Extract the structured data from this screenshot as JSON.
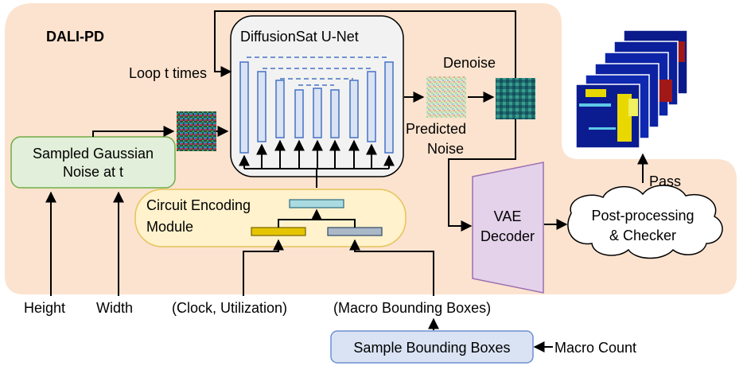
{
  "region_title": "DALI-PD",
  "unet": {
    "title": "DiffusionSat U-Net"
  },
  "loop_label": "Loop t times",
  "noise_box": {
    "line1": "Sampled Gaussian",
    "line2": "Noise at t"
  },
  "circuit_module": {
    "line1": "Circuit Encoding",
    "line2": "Module"
  },
  "predicted_noise": {
    "line1": "Predicted",
    "line2": "Noise"
  },
  "denoise_label": "Denoise",
  "vae": {
    "line1": "VAE",
    "line2": "Decoder"
  },
  "checker": {
    "line1": "Post-processing",
    "line2": "& Checker"
  },
  "pass_label": "Pass",
  "inputs": {
    "height": "Height",
    "width": "Width",
    "clock_util": "(Clock, Utilization)",
    "macro_bboxes": "(Macro Bounding Boxes)",
    "macro_count": "Macro Count"
  },
  "sample_box": {
    "label": "Sample Bounding Boxes"
  },
  "colors": {
    "region_fill": "#fce3cf",
    "unet_fill": "#f2f2f2",
    "unet_bar_fill": "#dae3f3",
    "unet_bar_stroke": "#4472c4",
    "noise_box_fill": "#e2efda",
    "noise_box_stroke": "#70ad47",
    "circuit_fill": "#fff2cc",
    "circuit_stroke": "#e6c35c",
    "vae_fill": "#e4d2ea",
    "vae_stroke": "#9c6fb0",
    "sample_fill": "#dae3f3",
    "sample_stroke": "#6d8fd0",
    "enc_cyan": "#a9dbe0",
    "enc_yellow": "#e5c500",
    "enc_gray": "#aab8c8"
  }
}
